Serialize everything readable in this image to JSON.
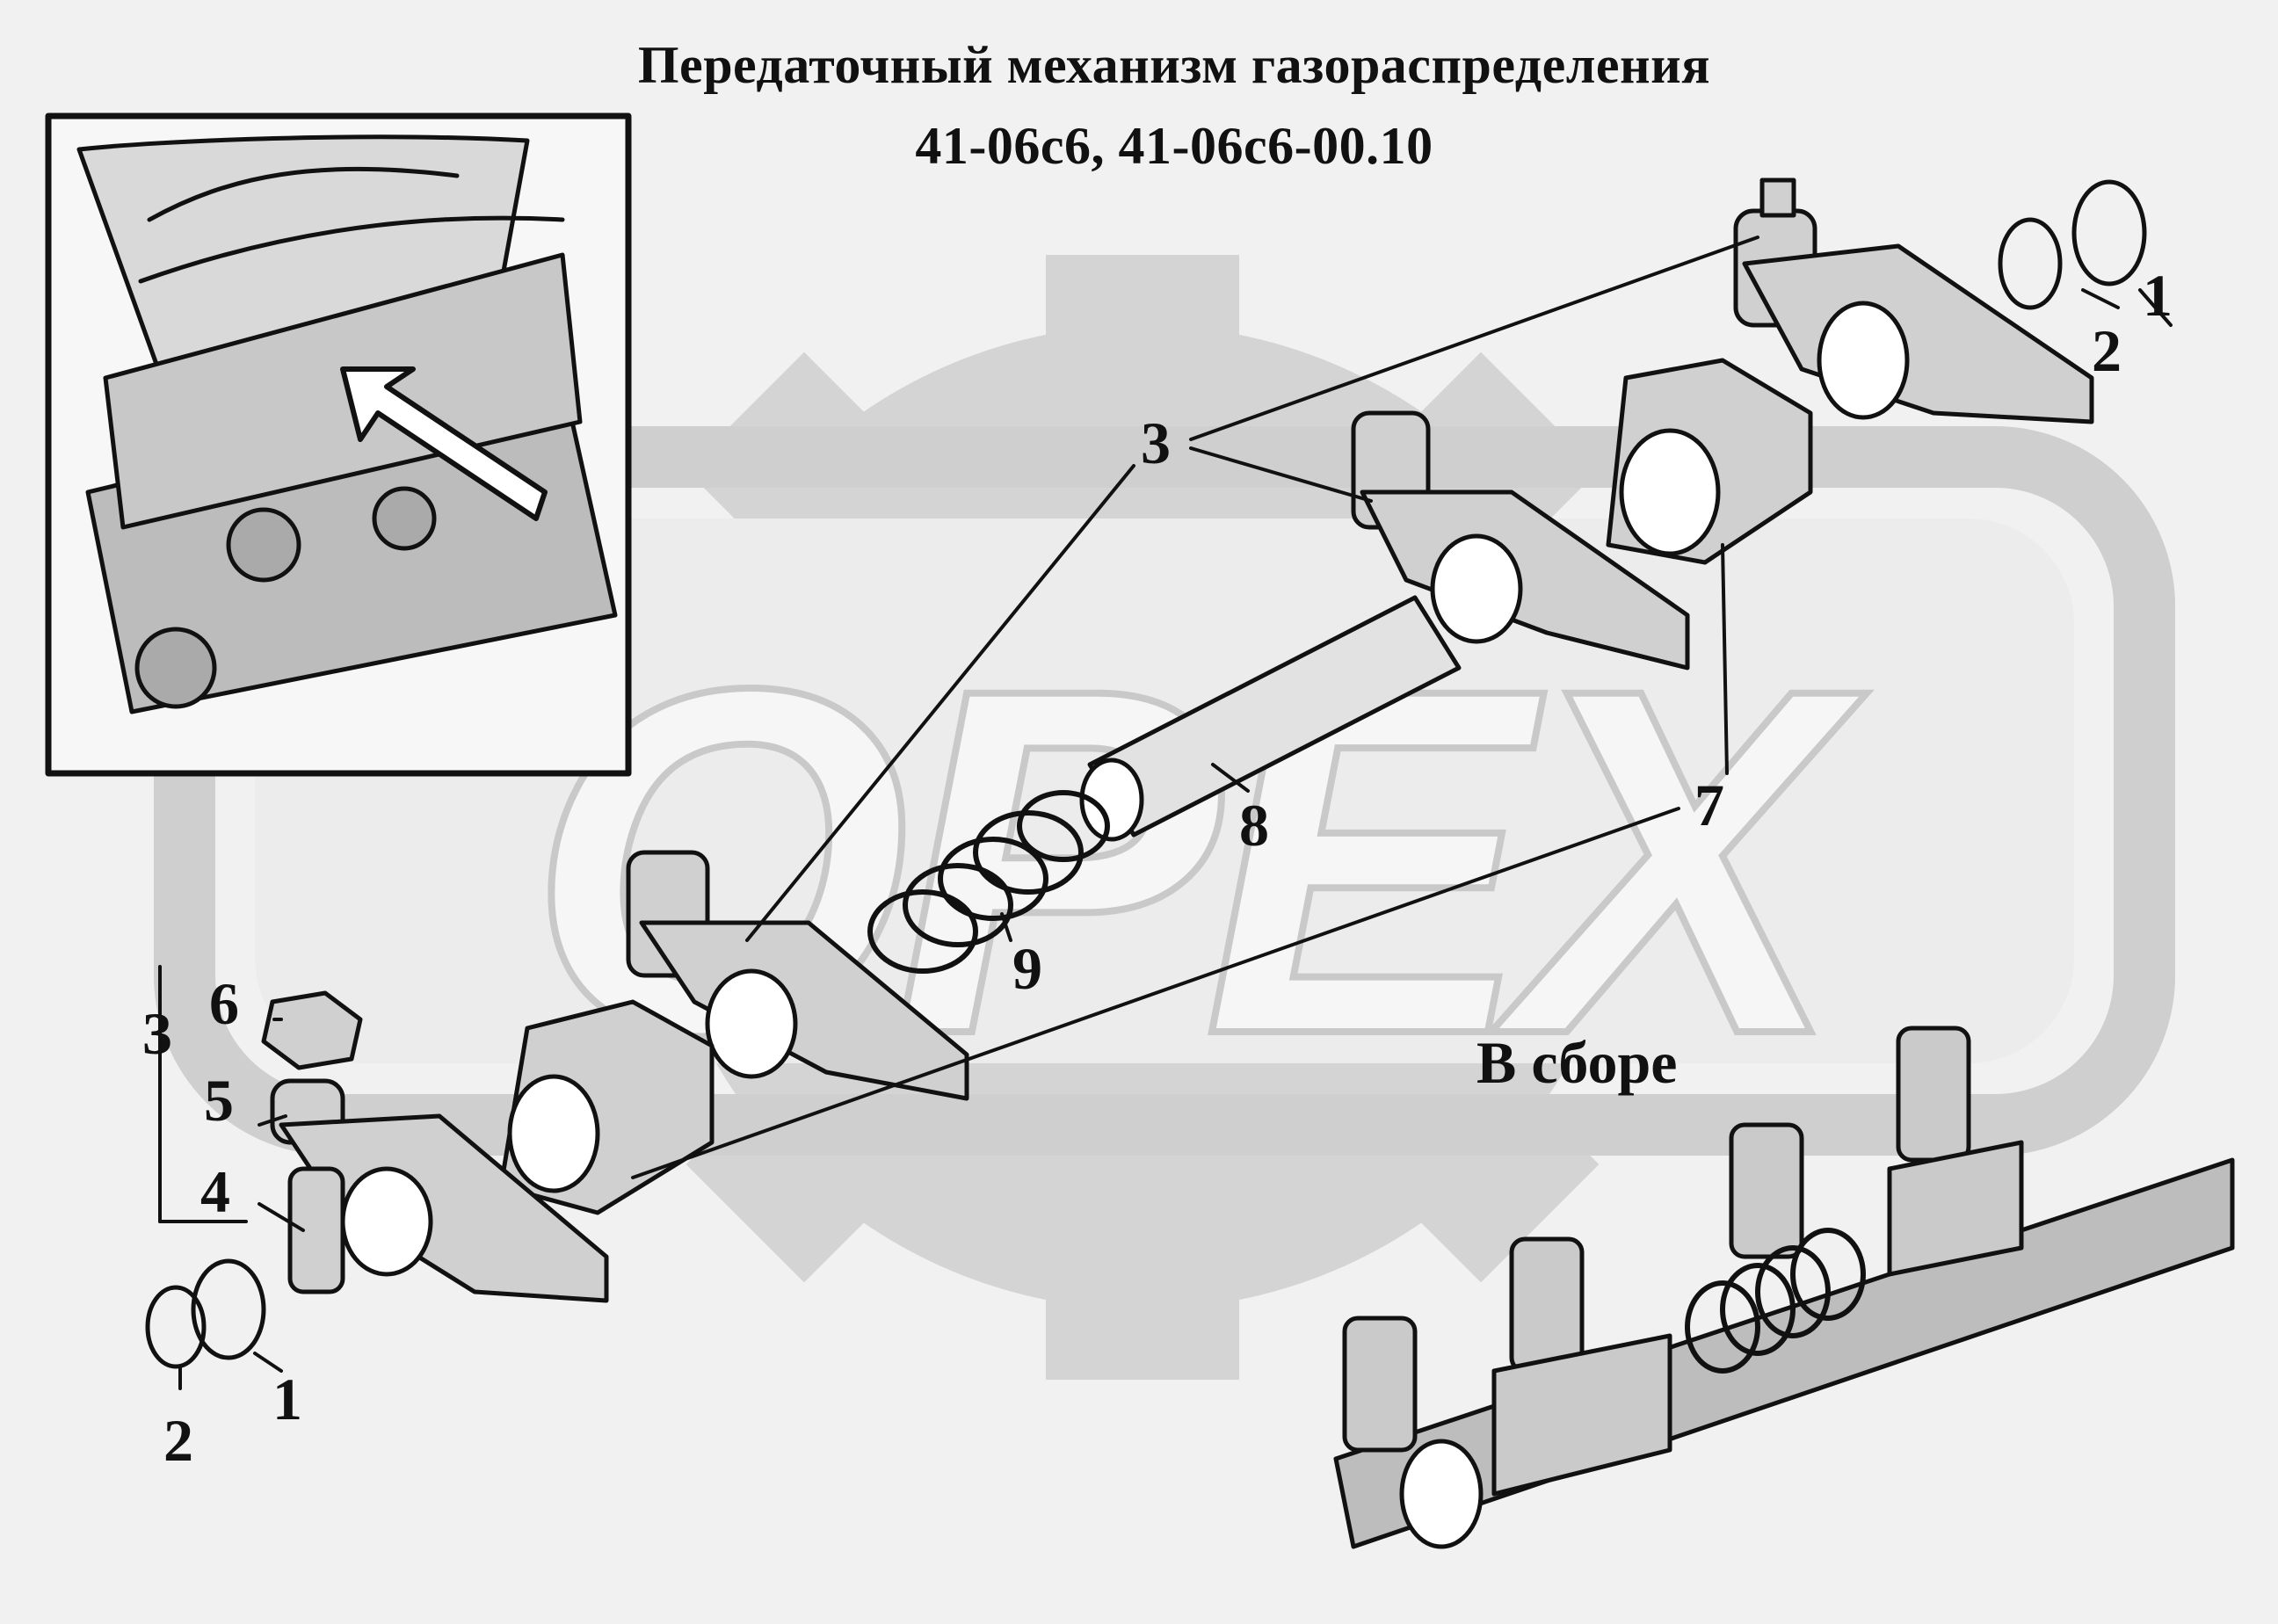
{
  "title": {
    "line1": "Передаточный механизм газораспределения",
    "line2": "41-06с6, 41-06с6-00.10"
  },
  "watermark_text": "ОРЕХ",
  "assembled_label": "В сборе",
  "callouts": {
    "c1a": "1",
    "c2a": "2",
    "c3top": "3",
    "c7": "7",
    "c8": "8",
    "c9": "9",
    "c6": "6",
    "c5": "5",
    "c4": "4",
    "c3left": "3",
    "c1b": "1",
    "c2b": "2"
  },
  "colors": {
    "ink": "#111111",
    "part_fill": "#d0d0d0",
    "watermark_fill": "#cfcfcf",
    "background": "#f1f1f1"
  }
}
